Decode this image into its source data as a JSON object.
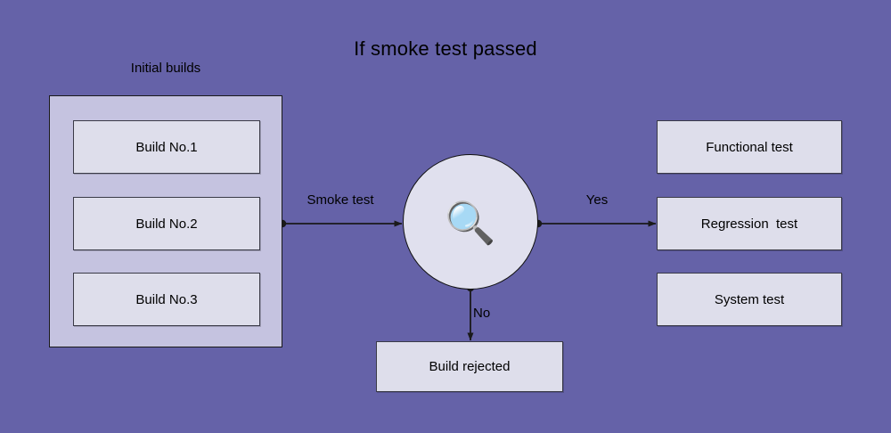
{
  "diagram": {
    "title": "If smoke test passed",
    "background_color": "#6562a8",
    "node_fill_color": "#dedeeb",
    "container_fill_color": "#c5c3e0",
    "decision_fill_color": "#e0e0ee",
    "stroke_color": "#1a1a1a",
    "group": {
      "label": "Initial builds",
      "builds": [
        {
          "label": "Build No.1"
        },
        {
          "label": "Build No.2"
        },
        {
          "label": "Build No.3"
        }
      ]
    },
    "decision": {
      "icon": "magnifier-icon",
      "glyph": "🔍"
    },
    "edges": [
      {
        "label": "Smoke test",
        "from": "initial-builds",
        "to": "decision"
      },
      {
        "label": "Yes",
        "from": "decision",
        "to": "regression-test"
      },
      {
        "label": "No",
        "from": "decision",
        "to": "build-rejected"
      }
    ],
    "outcomes_pass": [
      {
        "label": "Functional test"
      },
      {
        "label": "Regression  test"
      },
      {
        "label": "System test"
      }
    ],
    "outcome_fail": {
      "label": "Build rejected"
    }
  }
}
